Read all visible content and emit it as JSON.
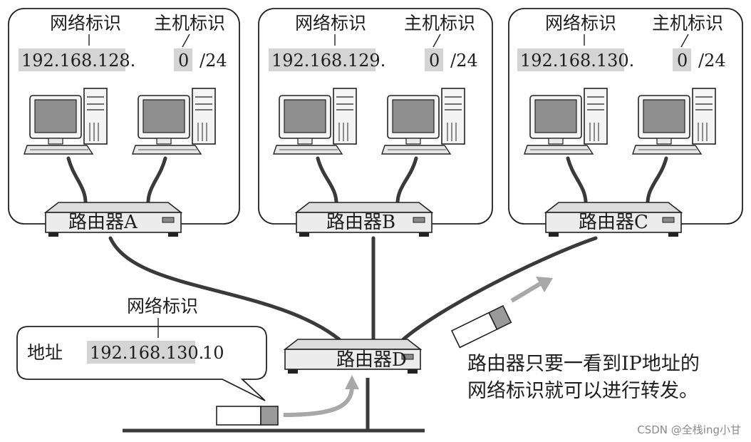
{
  "networks": [
    {
      "net_label": "网络标识",
      "host_label": "主机标识",
      "net_part": "192.168.128.",
      "host_part": "0",
      "mask": "/24"
    },
    {
      "net_label": "网络标识",
      "host_label": "主机标识",
      "net_part": "192.168.129.",
      "host_part": "0",
      "mask": "/24"
    },
    {
      "net_label": "网络标识",
      "host_label": "主机标识",
      "net_part": "192.168.130.",
      "host_part": "0",
      "mask": "/24"
    }
  ],
  "routers": {
    "a": "路由器A",
    "b": "路由器B",
    "c": "路由器C",
    "d": "路由器D"
  },
  "bubble": {
    "net_label": "网络标识",
    "addr_label": "地址",
    "net_part": "192.168.130.",
    "host_part": "10"
  },
  "note": {
    "line1": "路由器只要一看到IP地址的",
    "line2": "网络标识就可以进行转发。"
  },
  "watermark": "CSDN @全栈ing小甘",
  "colors": {
    "highlight": "#d4d4d4",
    "line": "#3a3a3a",
    "arrow": "#a8a8a8",
    "screen": "#8f8f8f"
  }
}
